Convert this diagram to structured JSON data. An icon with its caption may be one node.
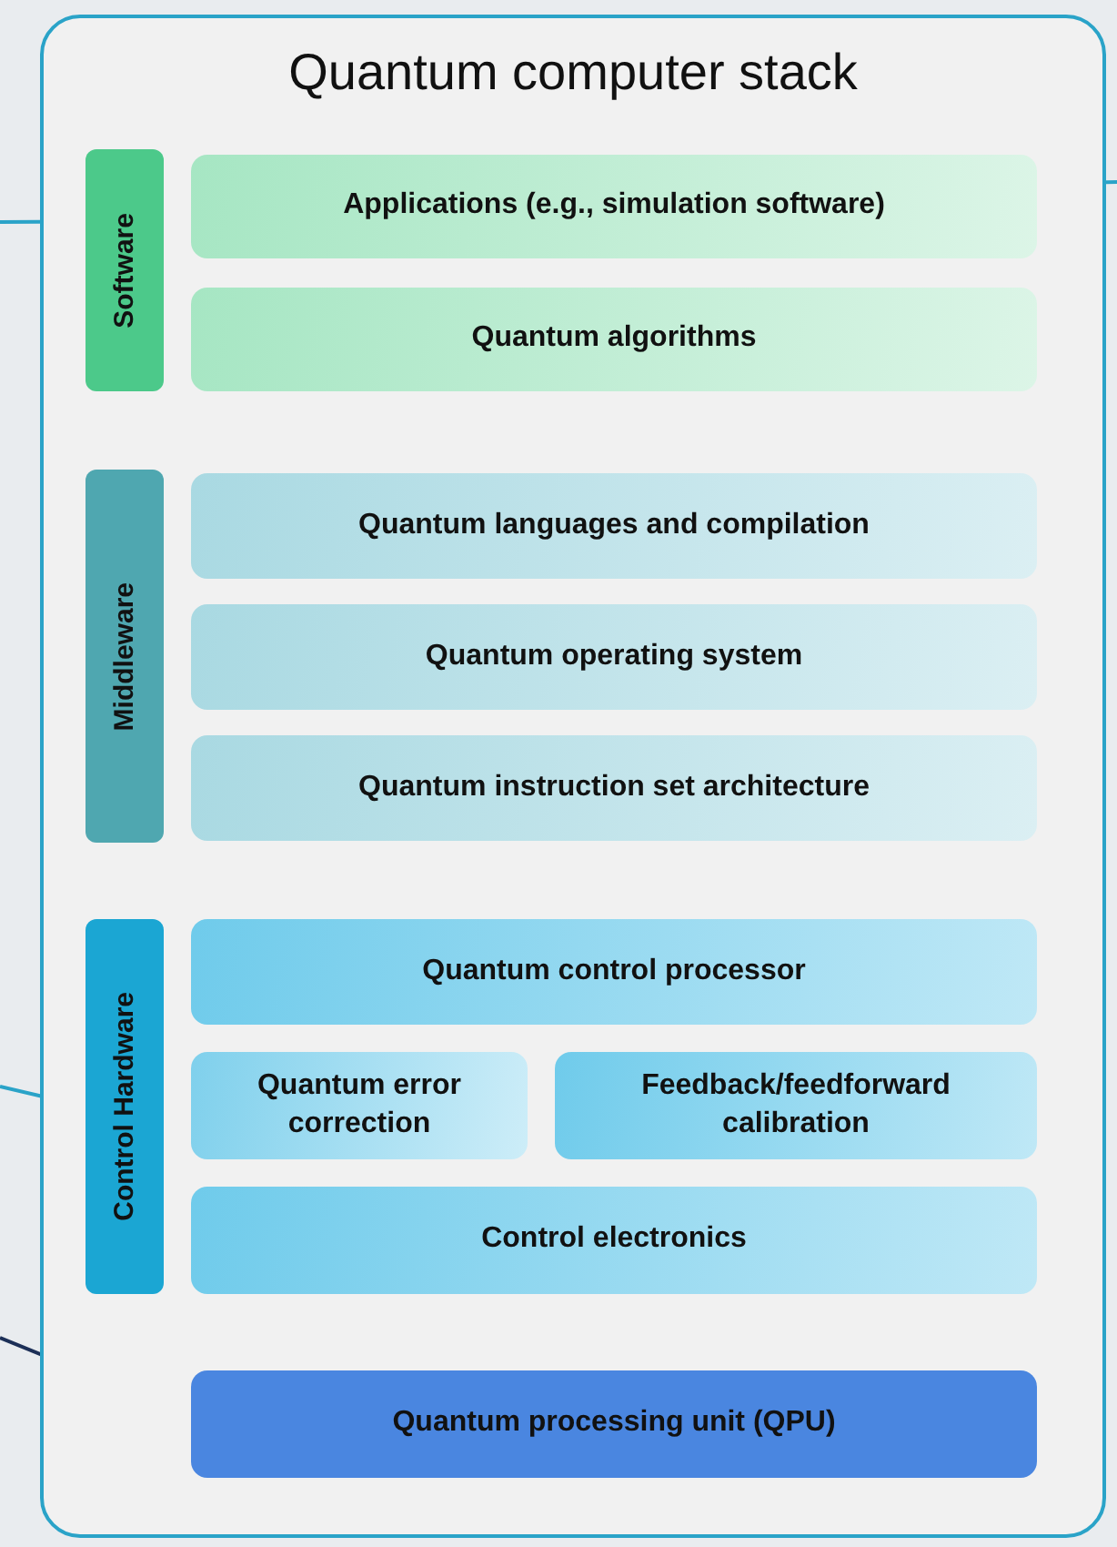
{
  "diagram": {
    "nodes": [
      {
        "text": [
          "Quantum computer stack"
        ]
      },
      {
        "text": [
          "Software"
        ],
        "in": 0
      },
      {
        "text": [
          "Applications (e.g., simulation software)"
        ],
        "in": 0
      },
      {
        "text": [
          "Quantum algorithms"
        ],
        "in": 0
      },
      {
        "text": [
          "Middleware"
        ],
        "in": 0
      },
      {
        "text": [
          "Quantum languages and compilation"
        ],
        "in": 0
      },
      {
        "text": [
          "Quantum operating system"
        ],
        "in": 0
      },
      {
        "text": [
          "Quantum instruction set architecture"
        ],
        "in": 0
      },
      {
        "text": [
          "Control Hardware"
        ],
        "in": 0
      },
      {
        "text": [
          "Quantum control processor"
        ],
        "in": 0
      },
      {
        "text": [
          "Quantum error correction"
        ],
        "in": 0
      },
      {
        "text": [
          "Feedback/feedforward calibration"
        ],
        "in": 0
      },
      {
        "text": [
          "Control electronics"
        ],
        "in": 0
      },
      {
        "text": [
          "Quantum processing unit (QPU)"
        ],
        "in": 0
      }
    ],
    "edges": [
      {
        "from": null,
        "to": 0,
        "arrow": "none"
      },
      {
        "from": 0,
        "to": null,
        "arrow": "none"
      },
      {
        "from": null,
        "to": 8,
        "arrow": "none"
      },
      {
        "from": null,
        "to": 13,
        "arrow": "none",
        "color": "#1c2f57"
      }
    ]
  }
}
